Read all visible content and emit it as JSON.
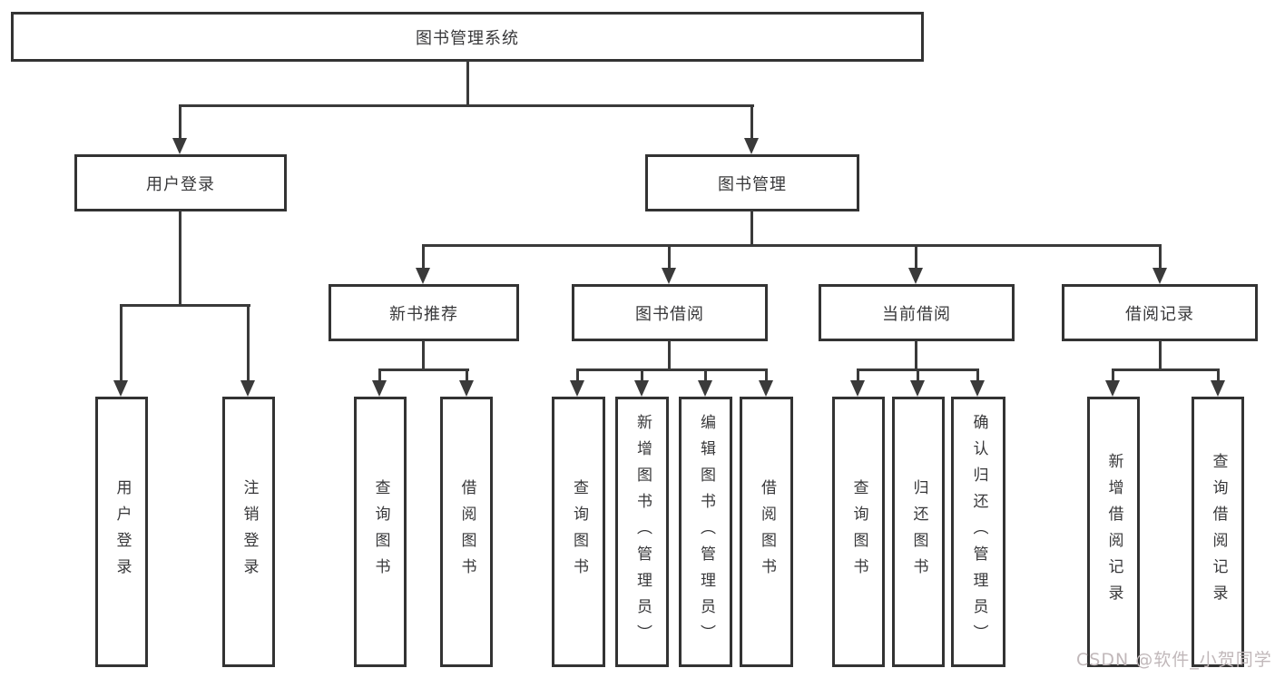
{
  "diagram": {
    "root": {
      "label": "图书管理系统"
    },
    "branches": {
      "user_login": {
        "label": "用户登录",
        "children": [
          "用户登录",
          "注销登录"
        ]
      },
      "book_mgmt": {
        "label": "图书管理"
      }
    },
    "modules": {
      "new_books": {
        "label": "新书推荐",
        "children": [
          "查询图书",
          "借阅图书"
        ]
      },
      "borrowing": {
        "label": "图书借阅",
        "children": [
          "查询图书",
          "新增图书（管理员）",
          "编辑图书（管理员）",
          "借阅图书"
        ]
      },
      "current": {
        "label": "当前借阅",
        "children": [
          "查询图书",
          "归还图书",
          "确认归还（管理员）"
        ]
      },
      "records": {
        "label": "借阅记录",
        "children": [
          "新增借阅记录",
          "查询借阅记录"
        ]
      }
    }
  },
  "watermark": {
    "text": "CSDN @软件_小贺同学"
  },
  "colors": {
    "line": "#3a3a3a",
    "box_border": "#333333",
    "text": "#38383a",
    "watermark": "#c1b8ba",
    "background": "#ffffff"
  }
}
